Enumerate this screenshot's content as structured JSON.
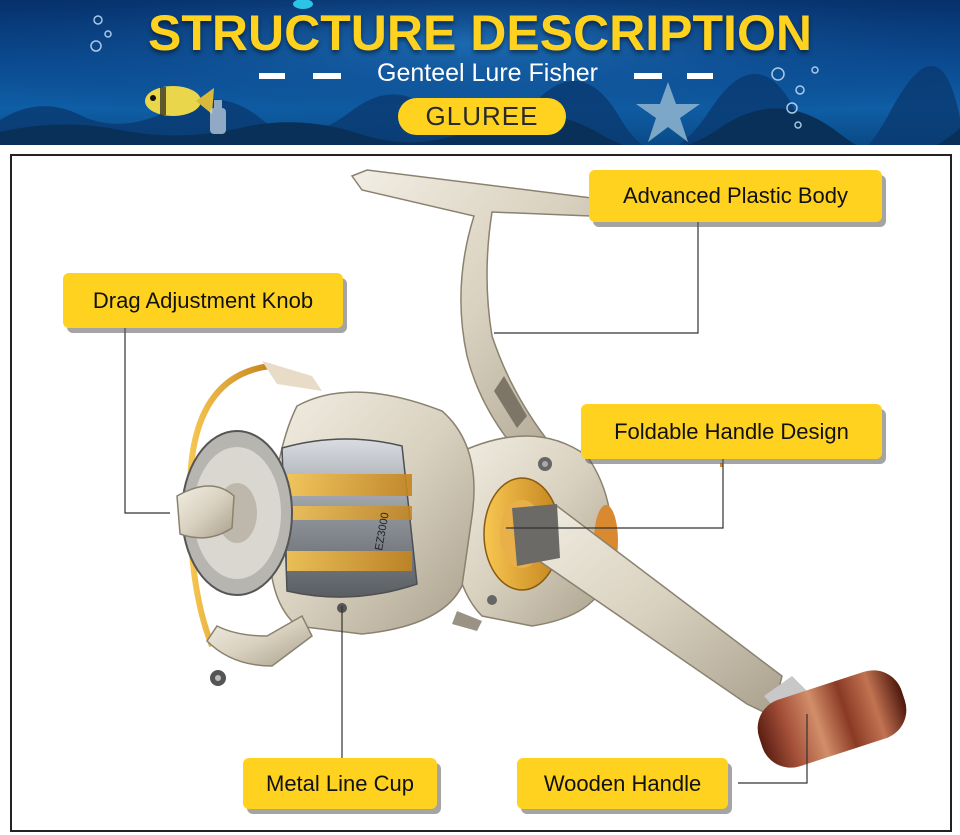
{
  "header": {
    "title": "STRUCTURE DESCRIPTION",
    "subtitle": "Genteel Lure Fisher",
    "brand": "GLUREE",
    "accent_color": "#ffd21f",
    "background_color": "#0b4d94"
  },
  "product": {
    "callouts": {
      "body": "Advanced Plastic Body",
      "drag": "Drag Adjustment Knob",
      "handle_design": "Foldable Handle Design",
      "line_cup": "Metal Line Cup",
      "wooden_handle": "Wooden Handle"
    },
    "spool_model": "EZ3000",
    "callout_color": "#ffd21f"
  }
}
